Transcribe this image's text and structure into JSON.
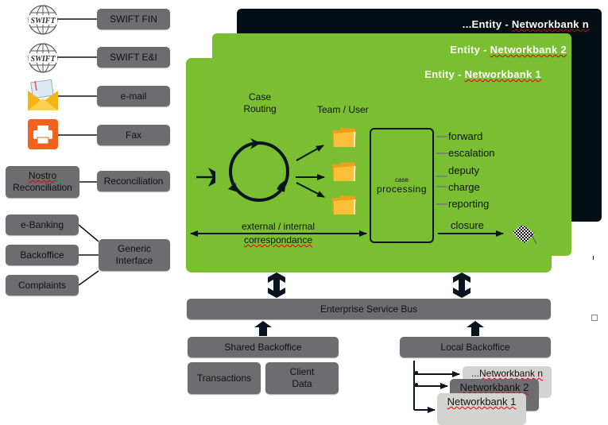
{
  "channels": [
    {
      "icon": "swift-globe-icon",
      "label": "SWIFT FIN"
    },
    {
      "icon": "swift-globe-icon",
      "label": "SWIFT E&I"
    },
    {
      "icon": "email-envelope-icon",
      "label": "e-mail"
    },
    {
      "icon": "fax-printer-icon",
      "label": "Fax"
    }
  ],
  "reconciliation": {
    "source": "Nostro Reconciliation",
    "source_line1": "Nostro",
    "source_line2": "Reconciliation",
    "target": "Reconciliation"
  },
  "generic_interface": {
    "label_line1": "Generic",
    "label_line2": "Interface",
    "sources": [
      "e-Banking",
      "Backoffice",
      "Complaints"
    ]
  },
  "entities": {
    "n": "...Entity - Networkbank n",
    "n_prefix": "...Entity - ",
    "n_name": "Networkbank n",
    "two_prefix": "Entity - ",
    "two_name": "Networkbank 2",
    "one_prefix": "Entity - ",
    "one_name": "Networkbank 1"
  },
  "workflow": {
    "case_routing_line1": "Case",
    "case_routing_line2": "Routing",
    "team_user": "Team / User",
    "case_processing_small": "case",
    "case_processing": "processing",
    "actions": [
      "forward",
      "escalation",
      "deputy",
      "charge",
      "reporting"
    ],
    "closure": "closure",
    "correspondence_line1": "external / internal",
    "correspondence_line2": "correspondance"
  },
  "bus": {
    "label": "Enterprise Service Bus"
  },
  "shared_backoffice": {
    "label": "Shared Backoffice",
    "items": [
      "Transactions"
    ],
    "client_data_line1": "Client",
    "client_data_line2": "Data"
  },
  "local_backoffice": {
    "label": "Local Backoffice",
    "networkbanks": [
      "...Networkbank n",
      "Networkbank 2",
      "Networkbank 1"
    ],
    "nbn_prefix": "...",
    "nbn_name": "Networkbank n"
  },
  "colors": {
    "green": "#79bf31",
    "dark": "#050d14",
    "gray_box": "#6d6c6e",
    "light_box": "#d3d3d1"
  }
}
